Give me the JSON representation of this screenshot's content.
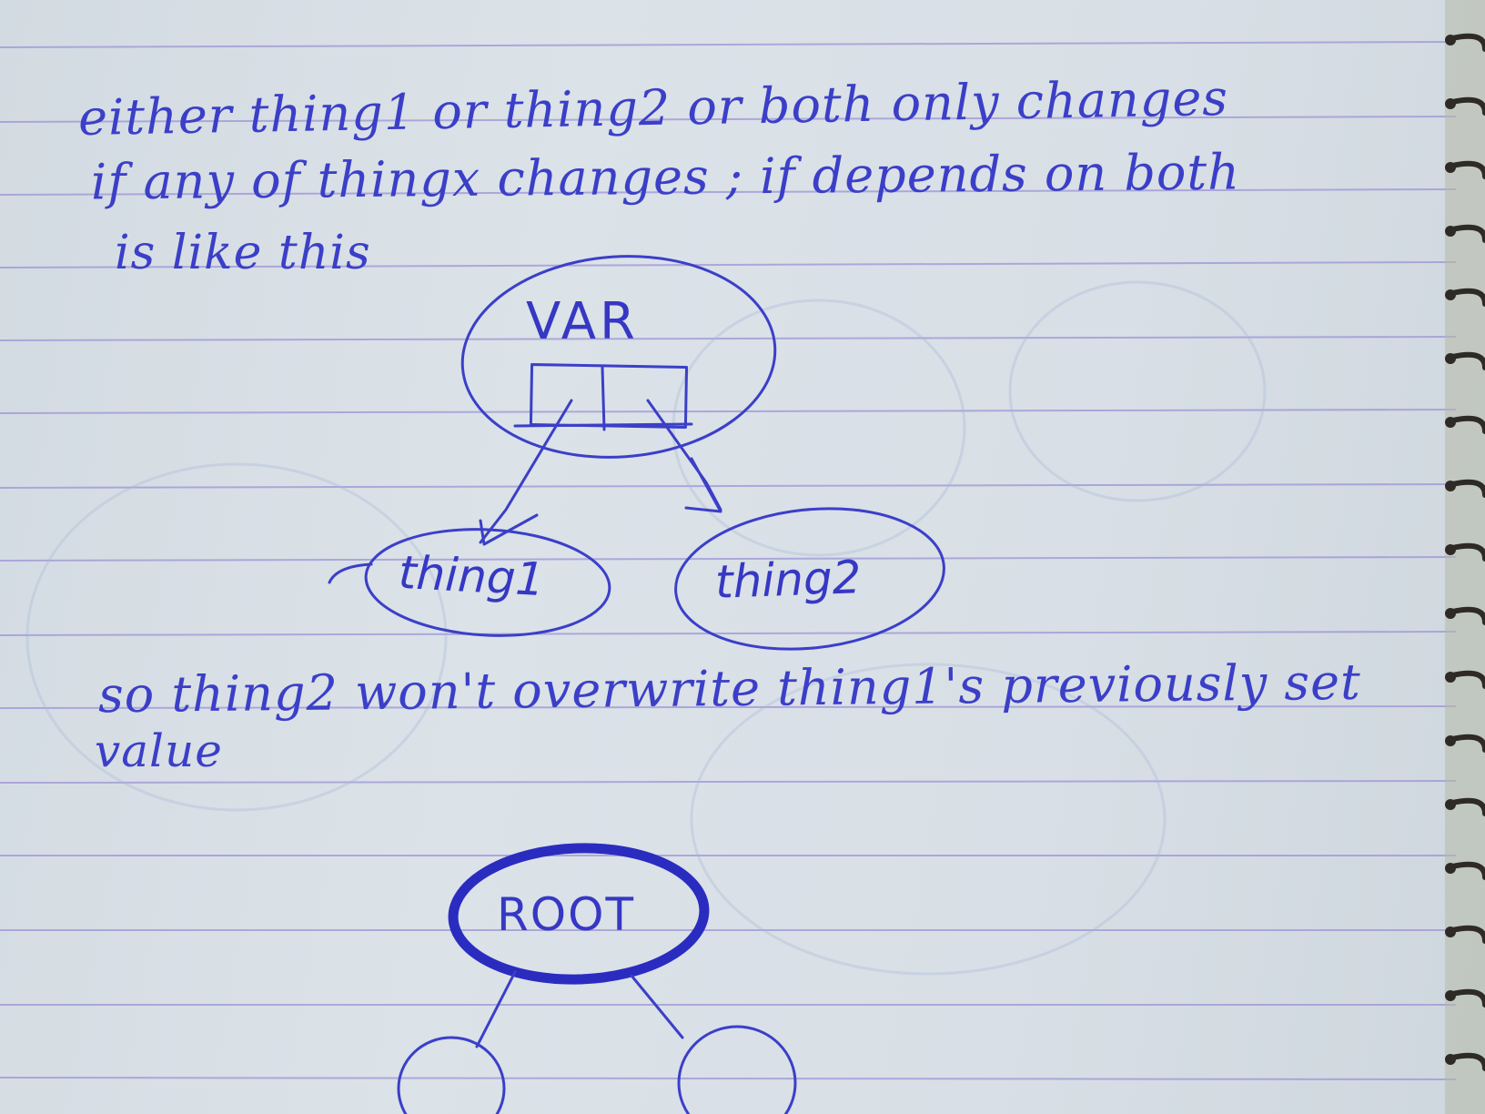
{
  "notes": {
    "line1": "either thing1 or thing2 or both only changes",
    "line2": "if any of thingx changes ; if depends on both",
    "line3": "is like this",
    "line4": "so thing2 won't overwrite thing1's previously set",
    "line5": "value"
  },
  "diagram": {
    "var_label": "VAR",
    "thing1_label": "thing1",
    "thing2_label": "thing2",
    "root_label": "ROOT"
  },
  "colors": {
    "ink": "#3b3fc8",
    "ink_bold": "#2a2cc0",
    "paper": "#d9e0e6",
    "rule_line": "#9d94d6"
  }
}
